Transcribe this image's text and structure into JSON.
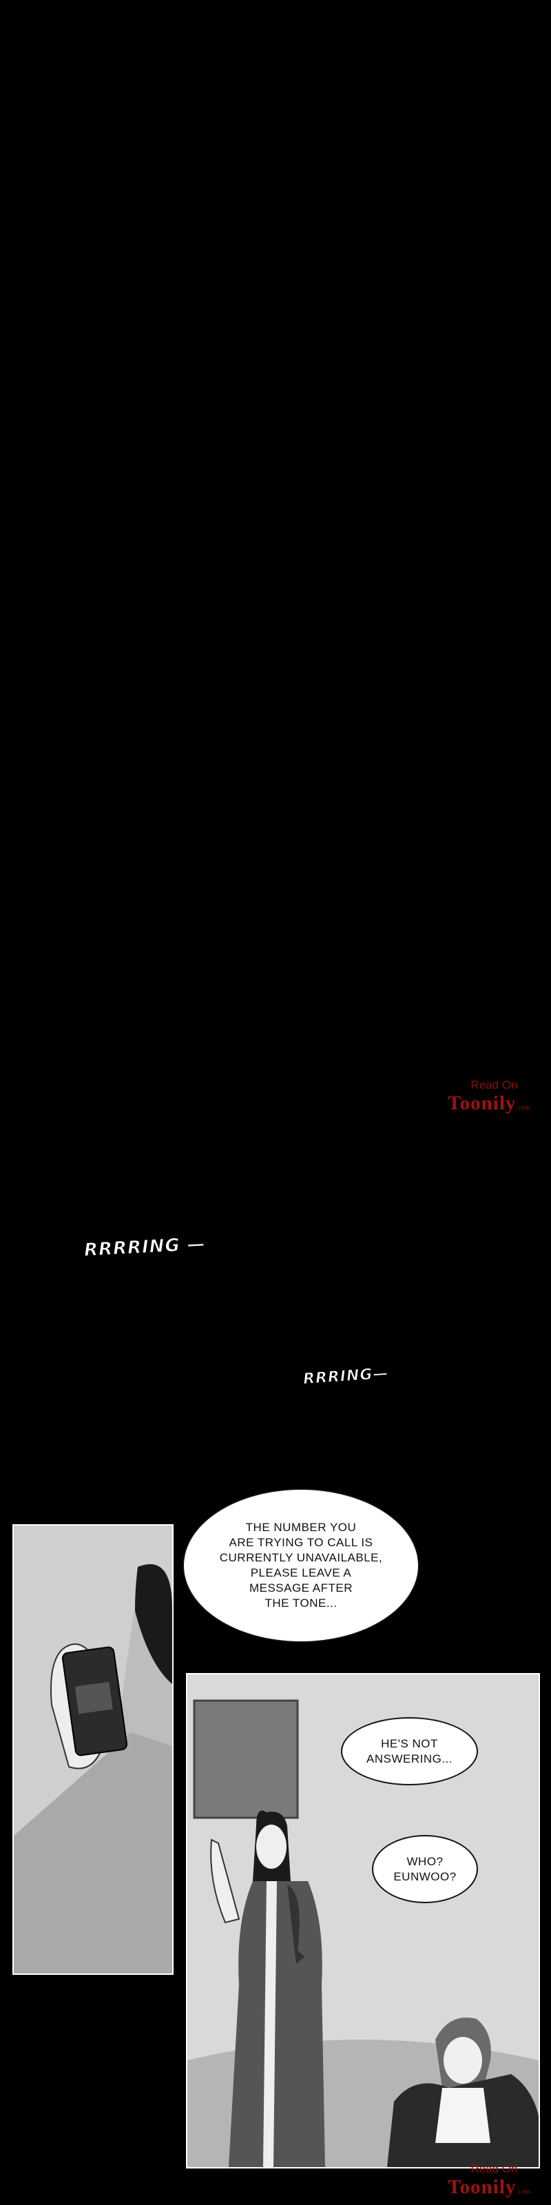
{
  "watermark": {
    "line1": "Read On",
    "line2": "Toonily",
    "line2_suffix": ".com"
  },
  "sfx": {
    "ring1": "RRRRING —",
    "ring2": "RRRING—"
  },
  "bubbles": {
    "voicemail": "THE NUMBER YOU\nARE TRYING TO CALL IS\nCURRENTLY UNAVAILABLE,\nPLEASE LEAVE A\nMESSAGE AFTER\nTHE TONE...",
    "not_answering": "HE'S NOT\nANSWERING...",
    "who": "WHO?\nEUNWOO?"
  },
  "colors": {
    "background": "#000000",
    "watermark": "#a01010",
    "panel_bg": "#d8d8d8"
  }
}
